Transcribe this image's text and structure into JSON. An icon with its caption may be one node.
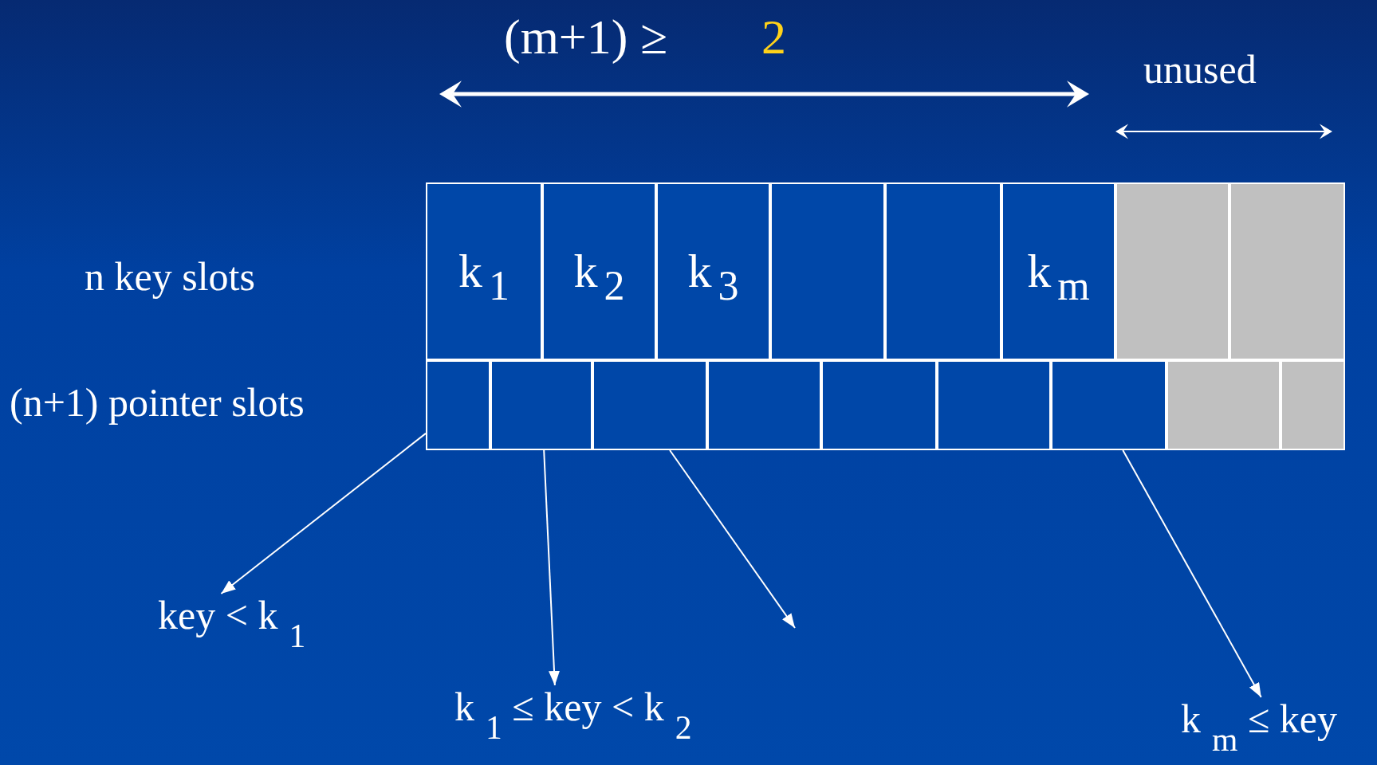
{
  "diagram": {
    "nodes": [
      {
        "text": [
          "k$_{1}$"
        ]
      },
      {
        "text": [
          "k$_{2}$"
        ]
      },
      {
        "text": [
          "k$_{3}$"
        ]
      },
      {
        "text": [],
        "shape": "box"
      },
      {
        "text": [],
        "shape": "box"
      },
      {
        "text": [
          "k$_{m}$"
        ]
      },
      {
        "text": [],
        "shape": "box"
      },
      {
        "text": [],
        "shape": "box"
      },
      {
        "text": [],
        "shape": "box"
      },
      {
        "text": [],
        "shape": "box"
      },
      {
        "text": [],
        "shape": "box"
      },
      {
        "text": [],
        "shape": "box"
      },
      {
        "text": [],
        "shape": "box"
      },
      {
        "text": [],
        "shape": "box"
      },
      {
        "text": [],
        "shape": "box"
      },
      {
        "text": [],
        "shape": "box"
      },
      {
        "text": [],
        "shape": "box"
      },
      {
        "text": [
          "key < k$_{1}$"
        ]
      },
      {
        "text": [
          "k$_{1}$ ≤ key < k$_{2}$"
        ]
      },
      {
        "text": [
          "k$_{m}$ ≤ key"
        ]
      }
    ],
    "edges": [
      {
        "from": 8,
        "to": 17,
        "arrow": "to"
      },
      {
        "from": 9,
        "to": 18,
        "arrow": "to"
      },
      {
        "from": 10,
        "to": null,
        "arrow": "to"
      },
      {
        "from": 14,
        "to": 19,
        "arrow": "to"
      }
    ],
    "labels": [
      "(m+1)  ≥",
      "2",
      "unused",
      "n key slots",
      "(n+1) pointer slots"
    ]
  }
}
